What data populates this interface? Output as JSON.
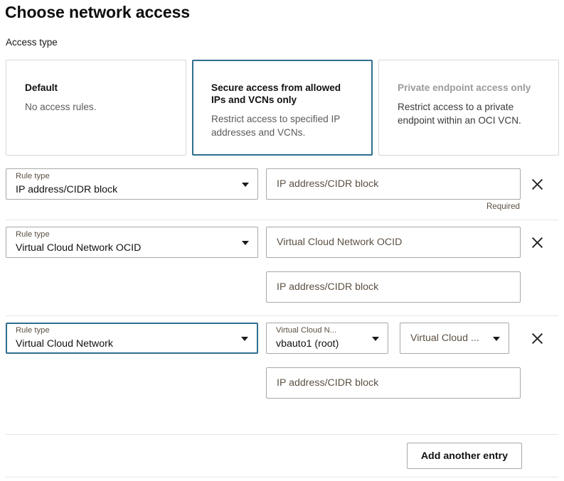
{
  "header": {
    "title": "Choose network access",
    "access_type_label": "Access type"
  },
  "access_types": [
    {
      "id": "default",
      "title": "Default",
      "description": "No access rules.",
      "selected": false,
      "disabled": false
    },
    {
      "id": "secure-access-allowed-ips-vcns",
      "title": "Secure access from allowed IPs and VCNs only",
      "description": "Restrict access to specified IP addresses and VCNs.",
      "selected": true,
      "disabled": false
    },
    {
      "id": "private-endpoint-access-only",
      "title": "Private endpoint access only",
      "description": "Restrict access to a private endpoint within an OCI VCN.",
      "selected": false,
      "disabled": true
    }
  ],
  "rules": [
    {
      "rule_type_label": "Rule type",
      "rule_type_value": "IP address/CIDR block",
      "value_placeholder": "IP address/CIDR block",
      "required_note": "Required",
      "focused": false
    },
    {
      "rule_type_label": "Rule type",
      "rule_type_value": "Virtual Cloud Network OCID",
      "value_placeholder": "Virtual Cloud Network OCID",
      "sub_placeholder": "IP address/CIDR block",
      "focused": false
    },
    {
      "rule_type_label": "Rule type",
      "rule_type_value": "Virtual Cloud Network",
      "vcn_label": "Virtual Cloud N...",
      "vcn_value": "vbauto1 (root)",
      "vcn2_placeholder": "Virtual Cloud ...",
      "sub_placeholder": "IP address/CIDR block",
      "focused": true
    }
  ],
  "footer": {
    "add_entry_label": "Add another entry"
  },
  "icons": {
    "remove": "close-icon",
    "dropdown": "caret-down-icon"
  },
  "colors": {
    "accent": "#2e6e8e",
    "border": "#a8a8a8",
    "divider": "#e6e6e6",
    "label": "#5c5043",
    "disabled_text": "#9b9b9b"
  }
}
